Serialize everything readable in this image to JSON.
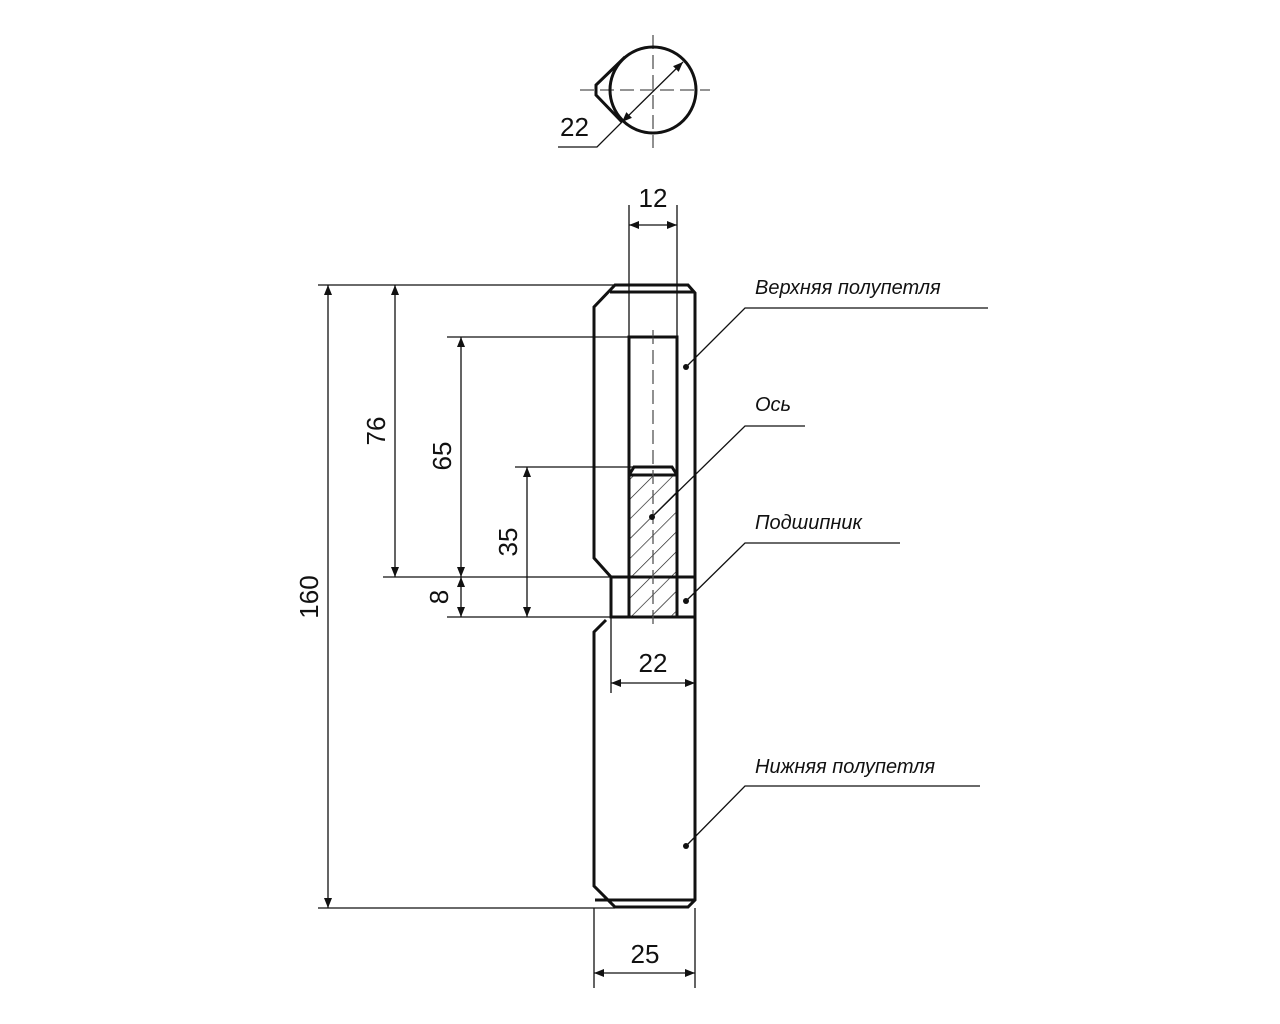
{
  "dimensions": {
    "top_view_diameter": "22",
    "axis_diameter": "12",
    "total_height": "160",
    "upper_height": "76",
    "bore_depth": "65",
    "axis_visible": "35",
    "bearing_height": "8",
    "bearing_diameter": "22",
    "outer_diameter": "25"
  },
  "labels": {
    "upper": "Верхняя полупетля",
    "axis": "Ось",
    "bearing": "Подшипник",
    "lower": "Нижняя полупетля"
  }
}
